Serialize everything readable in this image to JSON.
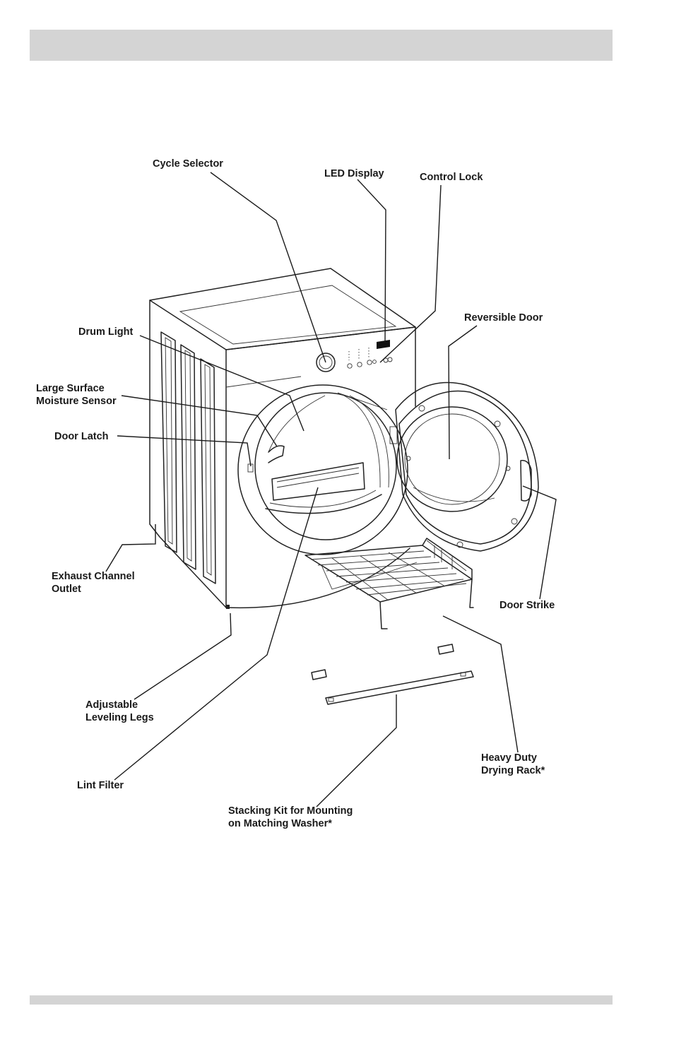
{
  "labels": {
    "cycle_selector": "Cycle Selector",
    "led_display": "LED Display",
    "control_lock": "Control Lock",
    "reversible_door": "Reversible Door",
    "drum_light": "Drum Light",
    "moisture_sensor": [
      "Large Surface",
      "Moisture Sensor"
    ],
    "door_latch": "Door Latch",
    "exhaust_outlet": [
      "Exhaust Channel",
      "Outlet"
    ],
    "door_strike": "Door Strike",
    "leveling_legs": [
      "Adjustable",
      "Leveling Legs"
    ],
    "drying_rack": [
      "Heavy Duty",
      "Drying Rack*"
    ],
    "lint_filter": "Lint Filter",
    "stacking_kit": [
      "Stacking Kit for Mounting",
      "on Matching Washer*"
    ]
  },
  "colors": {
    "header_bar": "#d4d4d4",
    "line": "#1a1a1a",
    "background": "#ffffff"
  }
}
